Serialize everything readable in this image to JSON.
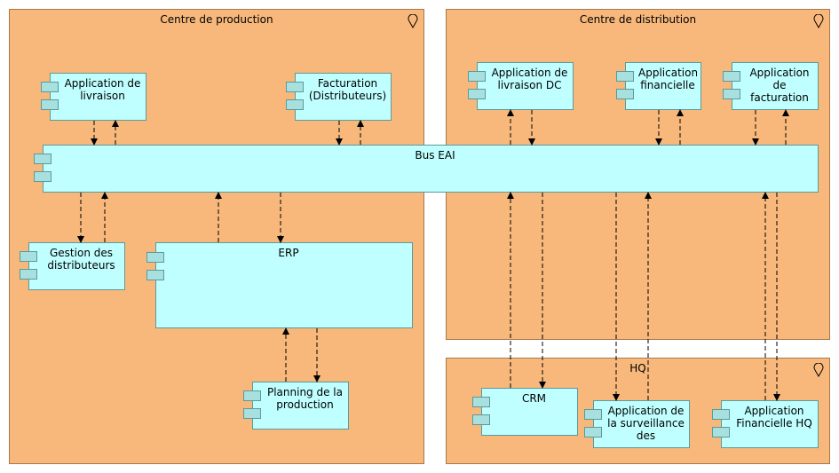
{
  "locations": {
    "production": "Centre de production",
    "distribution": "Centre de distribution",
    "hq": "HQ"
  },
  "components": {
    "app_livraison": "Application de\nlivraison",
    "facturation_distrib": "Facturation\n(Distributeurs)",
    "app_livraison_dc": "Application de\nlivraison DC",
    "app_financielle": "Application\nfinancielle",
    "app_facturation": "Application\nde\nfacturation",
    "bus_eai": "Bus EAI",
    "gestion_distributeurs": "Gestion des\ndistributeurs",
    "erp": "ERP",
    "planning_production": "Planning de la\nproduction",
    "crm": "CRM",
    "app_surveillance": "Application de\nla surveillance\ndes",
    "app_financielle_hq": "Application\nFinancielle HQ"
  }
}
